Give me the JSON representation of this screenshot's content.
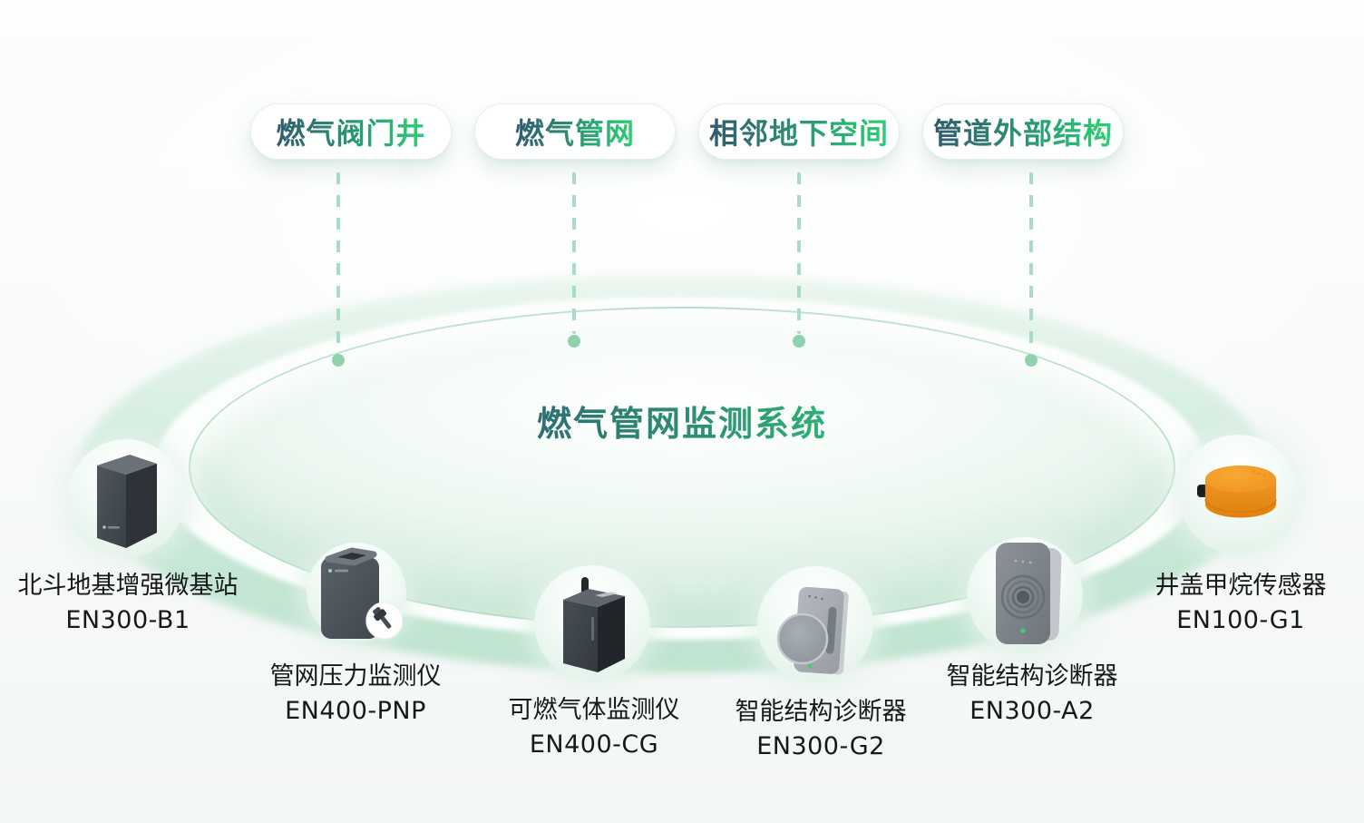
{
  "pills": [
    {
      "label": "燃气阀门井"
    },
    {
      "label": "燃气管网"
    },
    {
      "label": "相邻地下空间"
    },
    {
      "label": "管道外部结构"
    }
  ],
  "platform": {
    "title": "燃气管网监测系统"
  },
  "devices": [
    {
      "name": "北斗地基增强微基站",
      "model": "EN300-B1",
      "icon": "beidou-base-station-tower"
    },
    {
      "name": "管网压力监测仪",
      "model": "EN400-PNP",
      "icon": "pressure-monitor-with-probe"
    },
    {
      "name": "可燃气体监测仪",
      "model": "EN400-CG",
      "icon": "gas-monitor-with-antenna"
    },
    {
      "name": "智能结构诊断器",
      "model": "EN300-G2",
      "icon": "structure-diagnoser-disc"
    },
    {
      "name": "智能结构诊断器",
      "model": "EN300-A2",
      "icon": "structure-diagnoser-panel"
    },
    {
      "name": "井盖甲烷传感器",
      "model": "EN100-G1",
      "icon": "manhole-methane-puck"
    }
  ],
  "colors": {
    "text_gradient_start": "#315A6E",
    "text_gradient_end": "#2BD173",
    "connector_line": "#A8DCC5",
    "connector_dot": "#8ED3AE",
    "platform_band": "#C3E6D3",
    "platform_surface_edge": "#97D2B2",
    "label_text": "#17181A",
    "device_orange": "#F09120",
    "device_gray_dark": "#3C4248",
    "status_led_green": "#3FD06D"
  }
}
